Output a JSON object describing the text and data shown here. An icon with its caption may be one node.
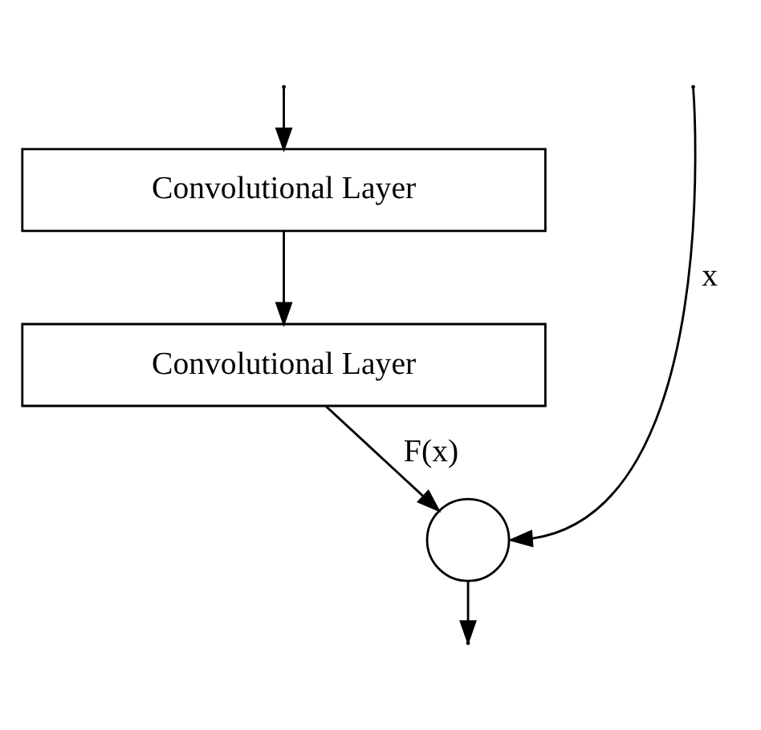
{
  "diagram": {
    "nodes": [
      {
        "text": [
          "Convolutional Layer"
        ]
      },
      {
        "text": [
          "Convolutional Layer"
        ]
      },
      {
        "text": [],
        "shape": "circle"
      }
    ],
    "edges": [
      {
        "from": null,
        "to": 0,
        "arrow": "to"
      },
      {
        "from": 0,
        "to": 1,
        "arrow": "to"
      },
      {
        "from": 1,
        "to": 2,
        "arrow": "to",
        "label": "F(x)"
      },
      {
        "from": null,
        "to": 2,
        "arrow": "to",
        "label": "x"
      },
      {
        "from": 2,
        "to": null,
        "arrow": "to"
      }
    ]
  }
}
